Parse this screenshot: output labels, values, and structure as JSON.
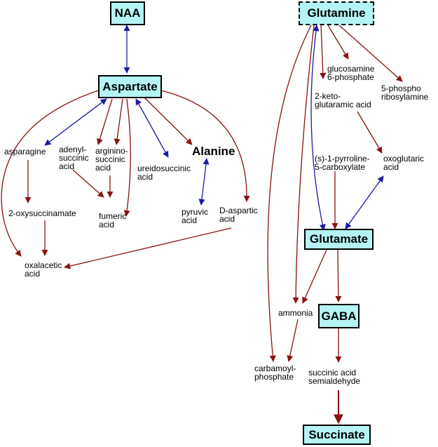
{
  "colors": {
    "box_fill": "#b4f4f4",
    "red_arrow": "#8b1010",
    "blue_arrow": "#1a1aa6"
  },
  "nodes": {
    "naa": "NAA",
    "aspartate": "Aspartate",
    "glutamine": "Glutamine",
    "glutamate": "Glutamate",
    "gaba": "GABA",
    "succinate": "Succinate",
    "alanine": "Alanine",
    "asparagine": "asparagine",
    "adenylsuccinic": "adenyl-\nsuccinic\nacid",
    "argininosuccinic": "arginino-\nsuccinic\nacid",
    "ureidosuccinic": "ureidosuccinic\nacid",
    "oxysuccinamate": "2-oxysuccinamate",
    "fumeric": "fumeric\nacid",
    "pyruvic": "pyruvic\nacid",
    "daspartic": "D-aspartic\nacid",
    "oxalacetic": "oxalacetic\nacid",
    "glucosamine": "glucosamine\n6-phosphate",
    "phosphoribosyl": "5-phospho\nribosylamine",
    "ketoglutaramic": "2-keto-\nglutaramic acid",
    "pyrroline": "(s)-1-pyrroline-\n5-carboxylate",
    "oxoglutaric": "oxoglutaric\nacid",
    "ammonia": "ammonia",
    "carbamoyl": "carbamoyl-\nphosphate",
    "semialdehyde": "succinic acid\nsemialdehyde"
  }
}
